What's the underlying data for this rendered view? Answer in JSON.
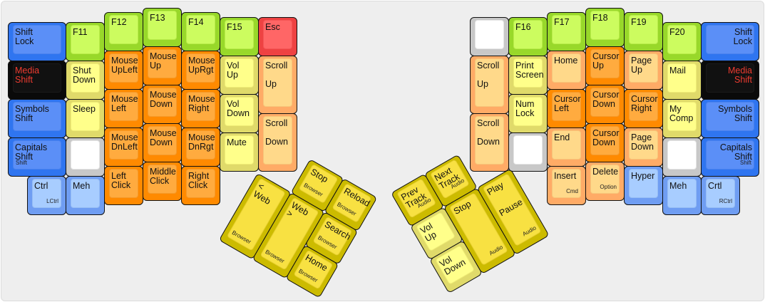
{
  "colors": {
    "background": "#eeeeee",
    "blue": "#5b8ff7",
    "light_blue": "#a8cdff",
    "green": "#ccfc5f",
    "red": "#ff6666",
    "orange": "#ffab3f",
    "peach": "#ffd98a",
    "light_yellow": "#ffff8a",
    "yellow": "#f8e142",
    "black": "#111111",
    "gray_blank": "#ffffff",
    "media_shift_text": "#ee3b30"
  },
  "left_half": {
    "keys": [
      {
        "id": "shift-lock-l",
        "label": "Shift\nLock",
        "color": "blue"
      },
      {
        "id": "f11",
        "label": "F11",
        "color": "green"
      },
      {
        "id": "f12",
        "label": "F12",
        "color": "green"
      },
      {
        "id": "f13",
        "label": "F13",
        "color": "green"
      },
      {
        "id": "f14",
        "label": "F14",
        "color": "green"
      },
      {
        "id": "f15",
        "label": "F15",
        "color": "green"
      },
      {
        "id": "esc",
        "label": "Esc",
        "color": "red"
      },
      {
        "id": "media-shift-l",
        "label": "Media\nShift",
        "color": "black"
      },
      {
        "id": "shut-down",
        "label": "Shut\nDown",
        "color": "light_yellow"
      },
      {
        "id": "mouse-upleft",
        "label": "Mouse\nUpLeft",
        "color": "orange"
      },
      {
        "id": "mouse-up",
        "label": "Mouse\nUp",
        "color": "orange"
      },
      {
        "id": "mouse-uprgt",
        "label": "Mouse\nUpRgt",
        "color": "orange"
      },
      {
        "id": "vol-up-l",
        "label": "Vol\nUp",
        "color": "light_yellow"
      },
      {
        "id": "scroll-up-l",
        "label": "Scroll",
        "label2": "Up",
        "color": "peach"
      },
      {
        "id": "symbols-shift-l",
        "label": "Symbols\nShift",
        "color": "blue"
      },
      {
        "id": "sleep",
        "label": "Sleep",
        "color": "light_yellow"
      },
      {
        "id": "mouse-left",
        "label": "Mouse\nLeft",
        "color": "orange"
      },
      {
        "id": "mouse-down-1",
        "label": "Mouse\nDown",
        "color": "orange"
      },
      {
        "id": "mouse-right",
        "label": "Mouse\nRight",
        "color": "orange"
      },
      {
        "id": "vol-down-l",
        "label": "Vol\nDown",
        "color": "light_yellow"
      },
      {
        "id": "scroll-down-l",
        "label": "Scroll",
        "label2": "Down",
        "color": "peach"
      },
      {
        "id": "capitals-shift-l",
        "label": "Capitals\nShift",
        "sub": "Shift",
        "color": "blue"
      },
      {
        "id": "blank-l",
        "label": "",
        "color": "gray"
      },
      {
        "id": "mouse-dnleft",
        "label": "Mouse\nDnLeft",
        "color": "orange"
      },
      {
        "id": "mouse-down-2",
        "label": "Mouse\nDown",
        "color": "orange"
      },
      {
        "id": "mouse-dnrgt",
        "label": "Mouse\nDnRgt",
        "color": "orange"
      },
      {
        "id": "mute",
        "label": "Mute",
        "color": "light_yellow"
      },
      {
        "id": "ctrl-l",
        "label": "Ctrl",
        "sub": "LCtrl",
        "color": "light_blue"
      },
      {
        "id": "meh-l",
        "label": "Meh",
        "color": "light_blue"
      },
      {
        "id": "left-click",
        "label": "Left\nClick",
        "color": "orange"
      },
      {
        "id": "middle-click",
        "label": "Middle\nClick",
        "color": "orange"
      },
      {
        "id": "right-click",
        "label": "Right\nClick",
        "color": "orange"
      }
    ]
  },
  "left_thumb": {
    "keys": [
      {
        "id": "web-back",
        "label": "< Web",
        "sub": "Browser"
      },
      {
        "id": "web-forward",
        "label": "Web >",
        "sub": "Browser"
      },
      {
        "id": "browser-stop",
        "label": "Stop",
        "sub": "Browser"
      },
      {
        "id": "browser-reload",
        "label": "Reload",
        "sub": "Browser"
      },
      {
        "id": "browser-search",
        "label": "Search",
        "sub": "Browser"
      },
      {
        "id": "browser-home",
        "label": "Home",
        "sub": "Browser"
      }
    ]
  },
  "right_thumb": {
    "keys": [
      {
        "id": "prev-track",
        "label": "Prev\nTrack",
        "sub": "Audio"
      },
      {
        "id": "next-track",
        "label": "Next\nTrack",
        "sub": "Audio"
      },
      {
        "id": "vol-up-thumb",
        "label": "Vol\nUp"
      },
      {
        "id": "vol-down-thumb",
        "label": "Vol\nDown"
      },
      {
        "id": "audio-stop",
        "label": "Stop",
        "sub": "Audio"
      },
      {
        "id": "play-pause",
        "label": "Play",
        "label2": "Pause",
        "sub": "Audio"
      }
    ]
  },
  "right_half": {
    "keys": [
      {
        "id": "blank-r-top",
        "label": "",
        "color": "gray"
      },
      {
        "id": "f16",
        "label": "F16",
        "color": "green"
      },
      {
        "id": "f17",
        "label": "F17",
        "color": "green"
      },
      {
        "id": "f18",
        "label": "F18",
        "color": "green"
      },
      {
        "id": "f19",
        "label": "F19",
        "color": "green"
      },
      {
        "id": "f20",
        "label": "F20",
        "color": "green"
      },
      {
        "id": "shift-lock-r",
        "label": "Shift\nLock",
        "color": "blue"
      },
      {
        "id": "scroll-up-r",
        "label": "Scroll",
        "label2": "Up",
        "color": "peach"
      },
      {
        "id": "print-screen",
        "label": "Print\nScreen",
        "color": "light_yellow"
      },
      {
        "id": "home",
        "label": "Home",
        "color": "peach"
      },
      {
        "id": "cursor-up",
        "label": "Cursor\nUp",
        "color": "orange"
      },
      {
        "id": "page-up",
        "label": "Page\nUp",
        "color": "peach"
      },
      {
        "id": "mail",
        "label": "Mail",
        "color": "light_yellow"
      },
      {
        "id": "media-shift-r",
        "label": "Media\nShift",
        "color": "black"
      },
      {
        "id": "num-lock",
        "label": "Num\nLock",
        "color": "light_yellow"
      },
      {
        "id": "cursor-left",
        "label": "Cursor\nLeft",
        "color": "orange"
      },
      {
        "id": "cursor-down-1",
        "label": "Cursor\nDown",
        "color": "orange"
      },
      {
        "id": "cursor-right",
        "label": "Cursor\nRight",
        "color": "orange"
      },
      {
        "id": "my-comp",
        "label": "My\nComp",
        "color": "light_yellow"
      },
      {
        "id": "symbols-shift-r",
        "label": "Symbols\nShift",
        "color": "blue"
      },
      {
        "id": "scroll-down-r",
        "label": "Scroll",
        "label2": "Down",
        "color": "peach"
      },
      {
        "id": "blank-r-mid",
        "label": "",
        "color": "gray"
      },
      {
        "id": "end",
        "label": "End",
        "color": "peach"
      },
      {
        "id": "cursor-down-2",
        "label": "Cursor\nDown",
        "color": "orange"
      },
      {
        "id": "page-down",
        "label": "Page\nDown",
        "color": "peach"
      },
      {
        "id": "blank-r-low",
        "label": "",
        "color": "gray"
      },
      {
        "id": "capitals-shift-r",
        "label": "Capitals\nShift",
        "sub": "Shift",
        "color": "blue"
      },
      {
        "id": "insert",
        "label": "Insert",
        "sub": "Cmd",
        "color": "peach"
      },
      {
        "id": "delete",
        "label": "Delete",
        "sub": "Option",
        "color": "peach"
      },
      {
        "id": "hyper",
        "label": "Hyper",
        "color": "light_blue"
      },
      {
        "id": "meh-r",
        "label": "Meh",
        "color": "light_blue"
      },
      {
        "id": "ctrl-r",
        "label": "Crtl",
        "sub": "RCtrl",
        "color": "light_blue"
      }
    ]
  }
}
